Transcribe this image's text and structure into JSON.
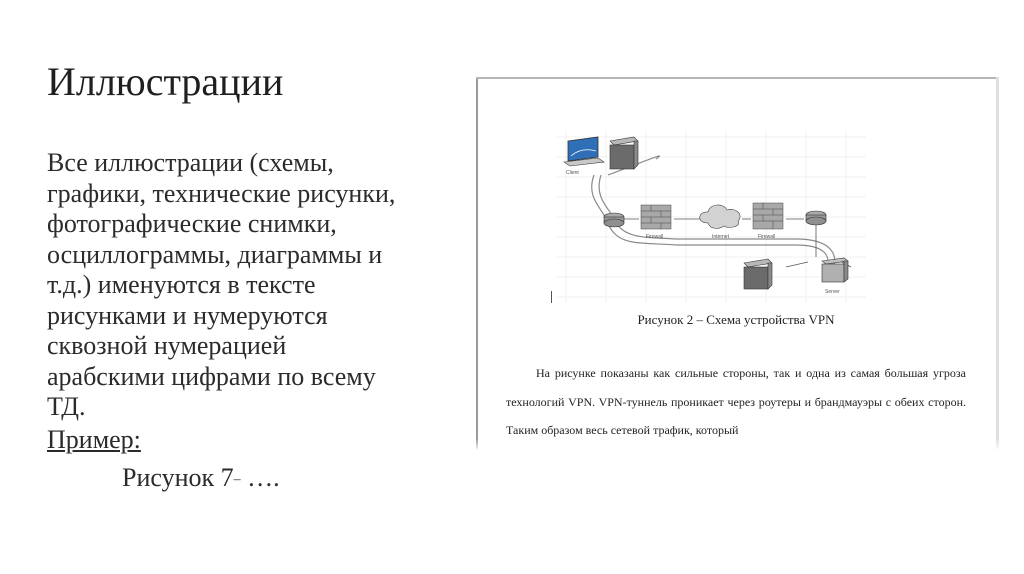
{
  "slide": {
    "title": "Иллюстрации",
    "body_lines": [
      "Все иллюстрации (схемы,",
      "графики, технические рисунки,",
      "фотографические снимки,",
      "осциллограммы, диаграммы и",
      "т.д.) именуются в тексте",
      "рисунками и нумеруются",
      "сквозной нумерацией",
      "арабскими цифрами по всему",
      "ТД."
    ],
    "example_label": "Пример:",
    "example_value": "Рисунок 7",
    "example_dash": "–",
    "example_ellipsis": " …."
  },
  "document": {
    "caption": "Рисунок 2 – Схема устройства VPN",
    "paragraph": "На рисунке показаны как сильные стороны, так и одна из самая большая угроза технологий VPN. VPN-туннель проникает через роутеры и брандмауэры с обеих сторон. Таким образом весь сетевой трафик, который",
    "diagram_labels": {
      "client": "Client",
      "firewall_left": "Firewall",
      "internet": "Internet",
      "firewall_right": "Firewall",
      "server": "Server"
    }
  }
}
